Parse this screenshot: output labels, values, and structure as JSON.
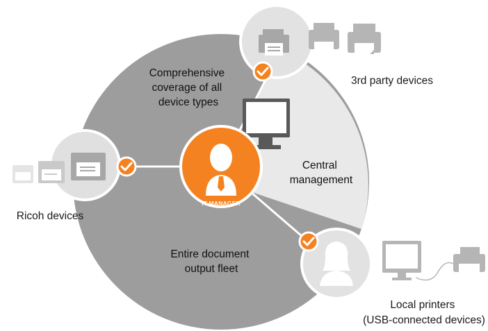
{
  "diagram": {
    "center_node": {
      "label": "IT MANAGER",
      "icon": "person-icon",
      "color": "#f58220"
    },
    "segments": [
      {
        "id": "coverage",
        "lines": [
          "Comprehensive",
          "coverage of all",
          "device types"
        ]
      },
      {
        "id": "central",
        "lines": [
          "Central",
          "management"
        ]
      },
      {
        "id": "fleet",
        "lines": [
          "Entire document",
          "output fleet"
        ]
      }
    ],
    "device_groups": [
      {
        "id": "third-party",
        "label": "3rd party devices",
        "checked": true
      },
      {
        "id": "ricoh",
        "label": "Ricoh devices",
        "checked": true
      },
      {
        "id": "local",
        "lines": [
          "Local printers",
          "(USB-connected devices)"
        ],
        "checked": true
      }
    ],
    "icons": [
      "monitor-icon",
      "printer-icon",
      "check-icon",
      "woman-icon"
    ],
    "colors": {
      "accent": "#f58220",
      "outer_ring": "#9d9d9d",
      "inner_area": "#e9e9e9",
      "node_circle": "#d9d9d9",
      "icon_gray": "#b5b5b5"
    }
  }
}
